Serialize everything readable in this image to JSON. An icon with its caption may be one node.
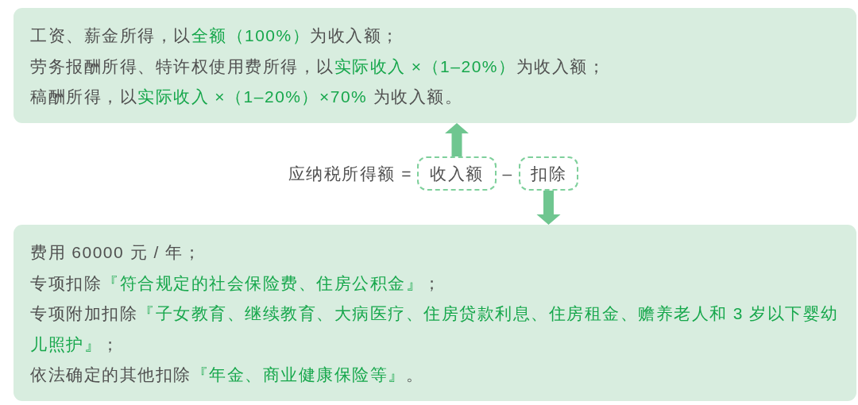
{
  "diagram": {
    "nodes": [
      {
        "text": [
          "工资、薪金所得，以**全额（100%）**为收入额；",
          "劳务报酬所得、特许权使用费所得，以**实际收入 ×（1–20%）**为收入额；",
          "稿酬所得，以**实际收入 ×（1–20%）×70%** 为收入额。"
        ]
      },
      {
        "text": [
          "收入额"
        ]
      },
      {
        "text": [
          "扣除"
        ]
      },
      {
        "text": [
          "费用 60000 元 / 年；",
          "专项扣除**『符合规定的社会保险费、住房公积金』**；",
          "专项附加扣除**『子女教育、继续教育、大病医疗、住房贷款利息、住房租金、赡养老人和 3 岁以下婴幼儿照护』**；",
          "依法确定的其他扣除**『年金、商业健康保险等』**。"
        ]
      }
    ],
    "edges": [
      {
        "from": 1,
        "to": 0,
        "arrow": "to",
        "style": "thick"
      },
      {
        "from": 2,
        "to": 3,
        "arrow": "to",
        "style": "thick"
      }
    ],
    "labels": [
      "应纳税所得额 =",
      "–"
    ]
  }
}
